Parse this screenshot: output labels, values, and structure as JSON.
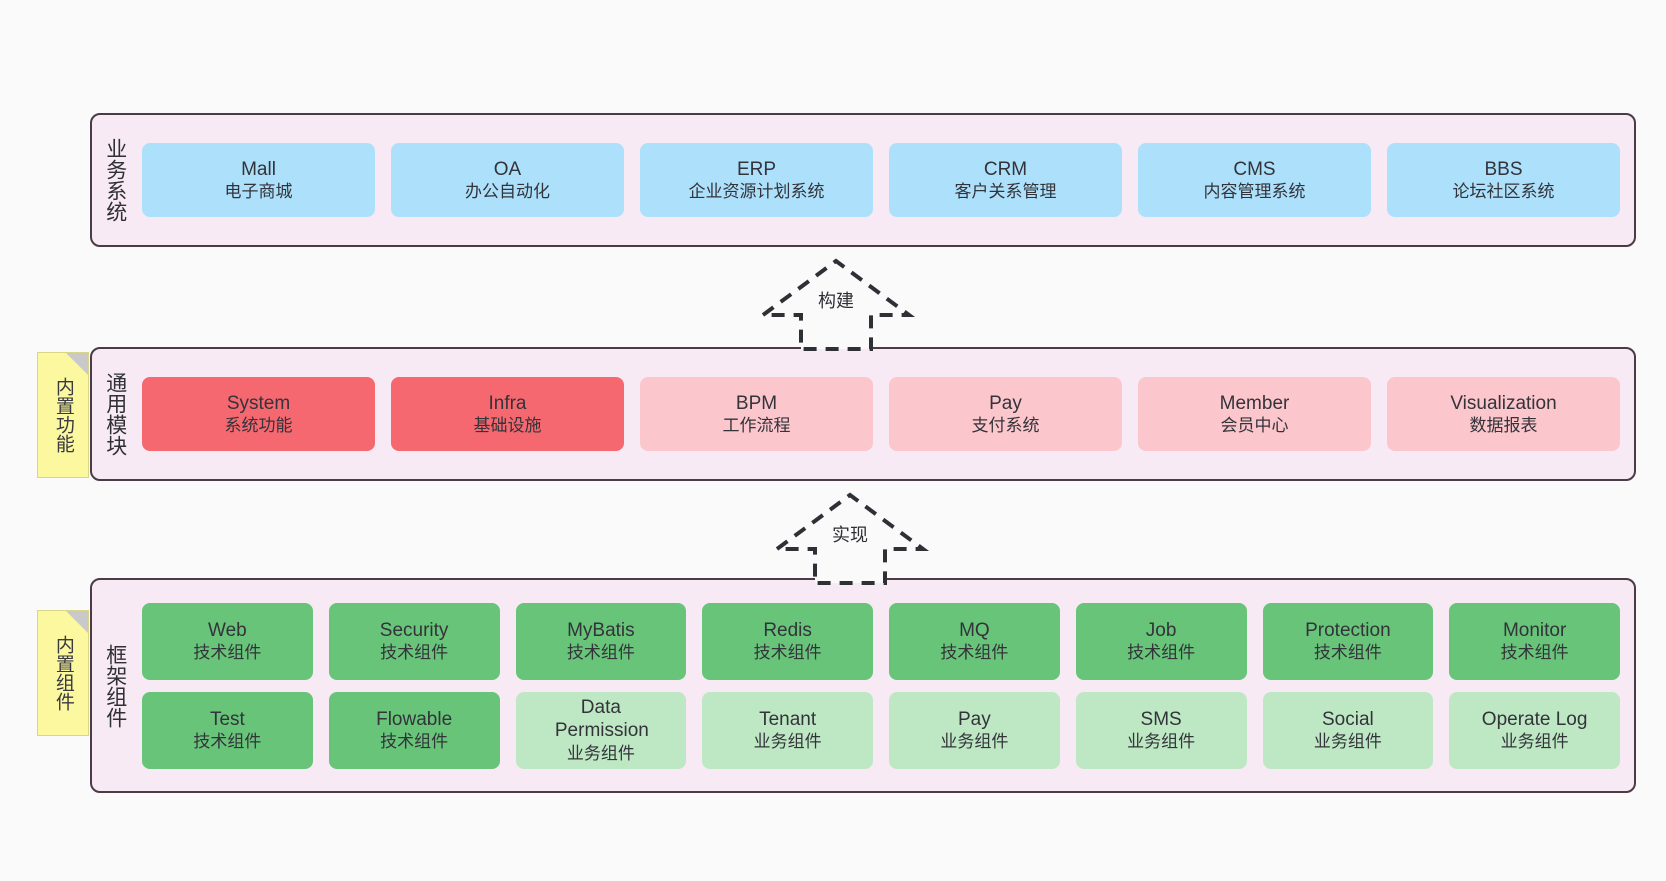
{
  "diagram": {
    "background_color": "#fafafa",
    "band_color": "#f8eaf4",
    "band_border_color": "#4a3b46"
  },
  "layers": [
    {
      "id": "business",
      "title": "业务系统",
      "rows": [
        {
          "nodes": [
            {
              "en": "Mall",
              "cn": "电子商城",
              "color": "#ace0fb",
              "style": "c-blue"
            },
            {
              "en": "OA",
              "cn": "办公自动化",
              "color": "#ace0fb",
              "style": "c-blue"
            },
            {
              "en": "ERP",
              "cn": "企业资源计划系统",
              "color": "#ace0fb",
              "style": "c-blue"
            },
            {
              "en": "CRM",
              "cn": "客户关系管理",
              "color": "#ace0fb",
              "style": "c-blue"
            },
            {
              "en": "CMS",
              "cn": "内容管理系统",
              "color": "#ace0fb",
              "style": "c-blue"
            },
            {
              "en": "BBS",
              "cn": "论坛社区系统",
              "color": "#ace0fb",
              "style": "c-blue"
            }
          ]
        }
      ]
    },
    {
      "id": "common-module",
      "title": "通用模块",
      "note": "内置功能",
      "rows": [
        {
          "nodes": [
            {
              "en": "System",
              "cn": "系统功能",
              "color": "#f5686f",
              "style": "c-red"
            },
            {
              "en": "Infra",
              "cn": "基础设施",
              "color": "#f5686f",
              "style": "c-red"
            },
            {
              "en": "BPM",
              "cn": "工作流程",
              "color": "#fcc6cd",
              "style": "c-pink"
            },
            {
              "en": "Pay",
              "cn": "支付系统",
              "color": "#fcc6cd",
              "style": "c-pink"
            },
            {
              "en": "Member",
              "cn": "会员中心",
              "color": "#fcc6cd",
              "style": "c-pink"
            },
            {
              "en": "Visualization",
              "cn": "数据报表",
              "color": "#fcc6cd",
              "style": "c-pink"
            }
          ]
        }
      ]
    },
    {
      "id": "framework-component",
      "title": "框架组件",
      "note": "内置组件",
      "rows": [
        {
          "nodes": [
            {
              "en": "Web",
              "cn": "技术组件",
              "color": "#67c479",
              "style": "c-green"
            },
            {
              "en": "Security",
              "cn": "技术组件",
              "color": "#67c479",
              "style": "c-green"
            },
            {
              "en": "MyBatis",
              "cn": "技术组件",
              "color": "#67c479",
              "style": "c-green"
            },
            {
              "en": "Redis",
              "cn": "技术组件",
              "color": "#67c479",
              "style": "c-green"
            },
            {
              "en": "MQ",
              "cn": "技术组件",
              "color": "#67c479",
              "style": "c-green"
            },
            {
              "en": "Job",
              "cn": "技术组件",
              "color": "#67c479",
              "style": "c-green"
            },
            {
              "en": "Protection",
              "cn": "技术组件",
              "color": "#67c479",
              "style": "c-green"
            },
            {
              "en": "Monitor",
              "cn": "技术组件",
              "color": "#67c479",
              "style": "c-green"
            }
          ]
        },
        {
          "nodes": [
            {
              "en": "Test",
              "cn": "技术组件",
              "color": "#67c479",
              "style": "c-green"
            },
            {
              "en": "Flowable",
              "cn": "技术组件",
              "color": "#67c479",
              "style": "c-green"
            },
            {
              "en": "Data Permission",
              "cn": "业务组件",
              "color": "#bee8c4",
              "style": "c-lightgreen"
            },
            {
              "en": "Tenant",
              "cn": "业务组件",
              "color": "#bee8c4",
              "style": "c-lightgreen"
            },
            {
              "en": "Pay",
              "cn": "业务组件",
              "color": "#bee8c4",
              "style": "c-lightgreen"
            },
            {
              "en": "SMS",
              "cn": "业务组件",
              "color": "#bee8c4",
              "style": "c-lightgreen"
            },
            {
              "en": "Social",
              "cn": "业务组件",
              "color": "#bee8c4",
              "style": "c-lightgreen"
            },
            {
              "en": "Operate Log",
              "cn": "业务组件",
              "color": "#bee8c4",
              "style": "c-lightgreen"
            }
          ]
        }
      ]
    }
  ],
  "connectors": [
    {
      "id": "build",
      "label": "构建",
      "from": "common-module",
      "to": "business"
    },
    {
      "id": "implement",
      "label": "实现",
      "from": "framework-component",
      "to": "common-module"
    }
  ]
}
